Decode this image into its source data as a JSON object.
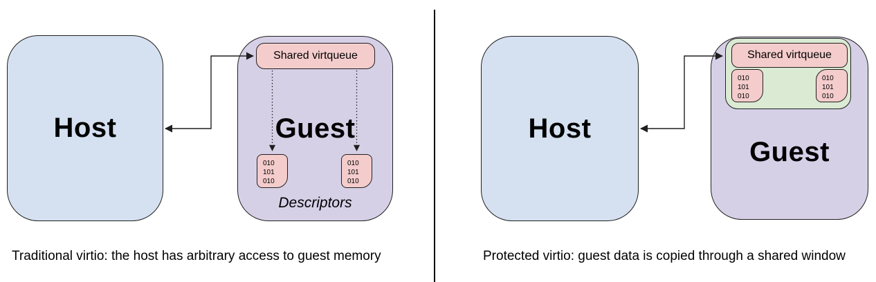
{
  "colors": {
    "host_fill": "#d5e1f0",
    "guest_fill": "#d6d0e7",
    "queue_fill": "#f4cccc",
    "window_fill": "#dbead3",
    "border": "#1f1f1f"
  },
  "panels": [
    {
      "name": "traditional-virtio",
      "host_label": "Host",
      "guest_label": "Guest",
      "virtqueue_label": "Shared virtqueue",
      "descriptors_label": "Descriptors",
      "descriptor_bits": [
        "010",
        "101",
        "010"
      ],
      "caption": "Traditional virtio: the host has arbitrary access to guest memory"
    },
    {
      "name": "protected-virtio",
      "host_label": "Host",
      "guest_label": "Guest",
      "virtqueue_label": "Shared virtqueue",
      "descriptor_bits": [
        "010",
        "101",
        "010"
      ],
      "caption": "Protected virtio: guest data is copied through a shared window"
    }
  ]
}
